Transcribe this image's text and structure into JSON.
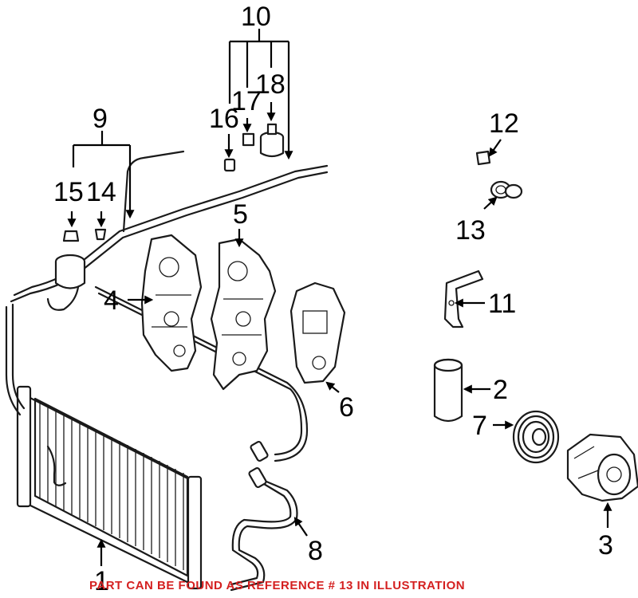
{
  "colors": {
    "line": "#1a1a1a",
    "background": "#ffffff",
    "notice": "#d42020"
  },
  "callouts": {
    "c1": "1",
    "c2": "2",
    "c3": "3",
    "c4": "4",
    "c5": "5",
    "c6": "6",
    "c7": "7",
    "c8": "8",
    "c9": "9",
    "c10": "10",
    "c11": "11",
    "c12": "12",
    "c13": "13",
    "c14": "14",
    "c15": "15",
    "c16": "16",
    "c17": "17",
    "c18": "18"
  },
  "notice": "PART CAN BE FOUND AS REFERENCE # 13 IN ILLUSTRATION"
}
